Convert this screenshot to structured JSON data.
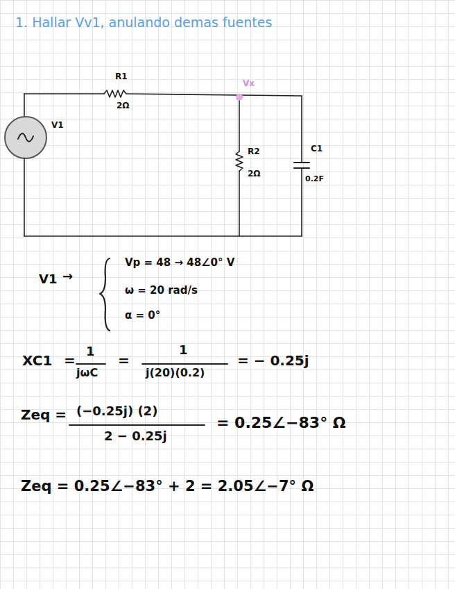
{
  "diagram": {
    "title": "1. Hallar Vv1, anulando demas fuentes",
    "labels": [
      "R1",
      "2Ω",
      "Vx",
      "V1",
      "R2",
      "2Ω",
      "C1",
      "0.2F",
      "V1",
      "→",
      "Vp = 48 → 48∠0° V",
      "ω = 20 rad/s",
      "α = 0°",
      "XC1",
      "=",
      "1",
      "jωC",
      "=",
      "1",
      "j(20)(0.2)",
      "= − 0.25j",
      "Zeq =",
      "(−0.25j) (2)",
      "2 − 0.25j",
      "= 0.25∠−83° Ω",
      "Zeq = 0.25∠−83° + 2 = 2.05∠−7° Ω"
    ]
  }
}
